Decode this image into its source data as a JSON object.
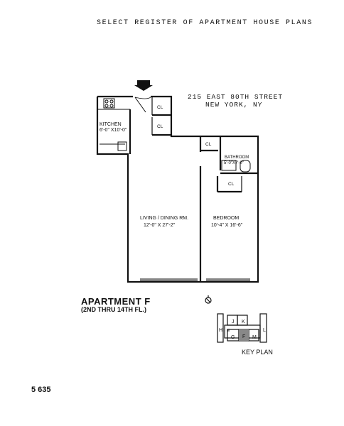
{
  "header": {
    "title": "SELECT REGISTER OF APARTMENT HOUSE PLANS"
  },
  "address": {
    "line1": "215 EAST 80TH STREET",
    "line2": "NEW YORK, NY"
  },
  "plan": {
    "rooms": {
      "kitchen_name": "KITCHEN",
      "kitchen_size": "6'-0\" X10'-0\"",
      "living_name": "LIVING / DINING RM.",
      "living_size": "12'-0\" X 27'-2\"",
      "bedroom_name": "BEDROOM",
      "bedroom_size": "10'-4\" X 16'-6\"",
      "bathroom_name": "BATHROOM",
      "bathroom_size": "5'-0\"X7'-0\""
    },
    "closet_label": "CL"
  },
  "apartment": {
    "title": "APARTMENT   F",
    "floors": "(2ND THRU 14TH FL.)"
  },
  "key_plan": {
    "label": "KEY PLAN",
    "units": [
      "J",
      "K",
      "H",
      "E",
      "F",
      "L",
      "G",
      "M"
    ]
  },
  "footer": {
    "sheet_number": "5  635"
  }
}
